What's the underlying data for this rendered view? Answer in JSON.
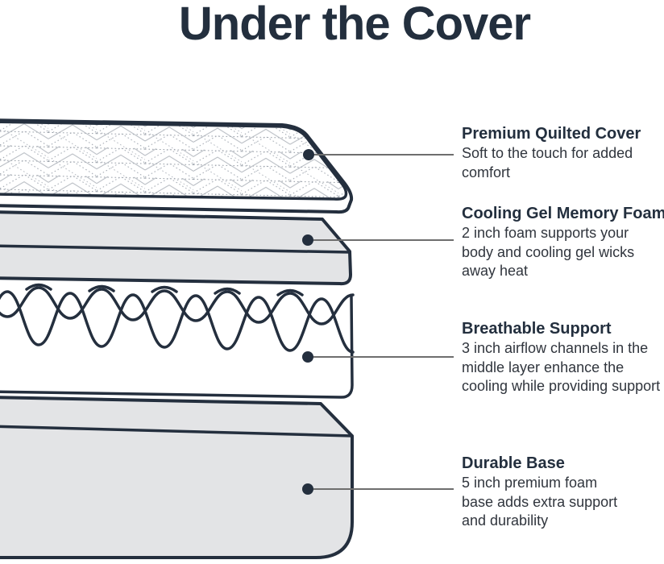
{
  "title": "Under the Cover",
  "colors": {
    "outline_navy": "#242f3e",
    "foam_gray_fill": "#e3e4e6",
    "white_fill": "#ffffff",
    "callout_line_gray": "#6e6e6e",
    "heading_text": "#232f3e",
    "body_text": "#30353d",
    "quilt_pattern_line": "#9aa1ab"
  },
  "layers": [
    {
      "id": "premium-quilted-cover",
      "heading": "Premium Quilted Cover",
      "description": "Soft to the touch for added\ncomfort"
    },
    {
      "id": "cooling-gel-memory-foam",
      "heading": "Cooling Gel Memory Foam",
      "description": "2 inch foam supports your\nbody and cooling gel wicks\naway heat"
    },
    {
      "id": "breathable-support",
      "heading": "Breathable Support",
      "description": "3 inch airflow channels in the\nmiddle layer enhance the\ncooling while providing support"
    },
    {
      "id": "durable-base",
      "heading": "Durable Base",
      "description": "5 inch premium foam\nbase adds extra support\nand durability"
    }
  ]
}
